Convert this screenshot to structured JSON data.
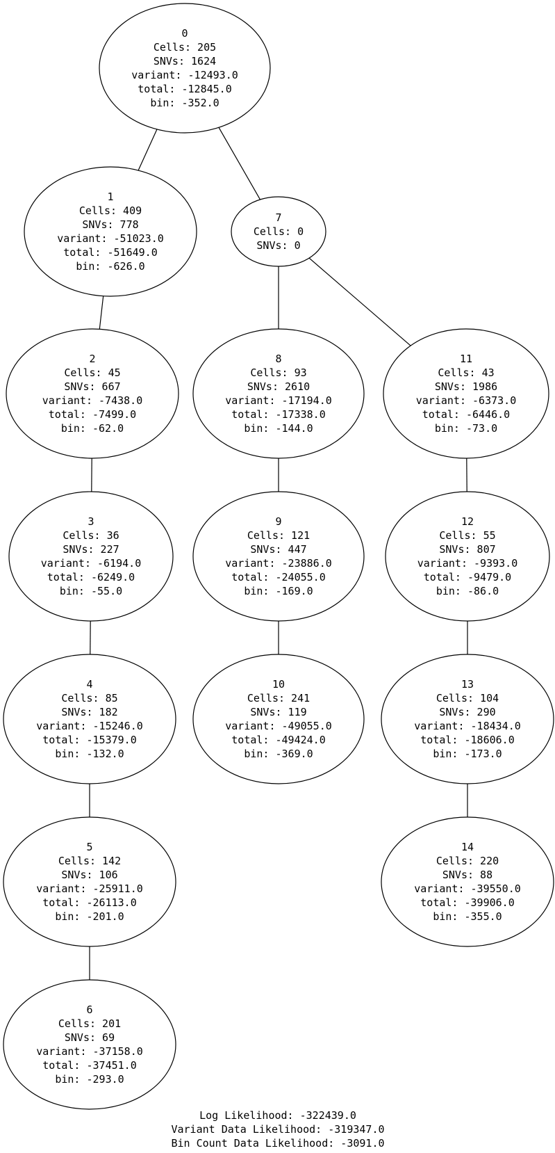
{
  "nodes": [
    {
      "id": "0",
      "lines": [
        "0",
        "Cells: 205",
        "SNVs: 1624",
        "variant: -12493.0",
        "total: -12845.0",
        "bin: -352.0"
      ]
    },
    {
      "id": "1",
      "lines": [
        "1",
        "Cells: 409",
        "SNVs: 778",
        "variant: -51023.0",
        "total: -51649.0",
        "bin: -626.0"
      ]
    },
    {
      "id": "2",
      "lines": [
        "2",
        "Cells: 45",
        "SNVs: 667",
        "variant: -7438.0",
        "total: -7499.0",
        "bin: -62.0"
      ]
    },
    {
      "id": "3",
      "lines": [
        "3",
        "Cells: 36",
        "SNVs: 227",
        "variant: -6194.0",
        "total: -6249.0",
        "bin: -55.0"
      ]
    },
    {
      "id": "4",
      "lines": [
        "4",
        "Cells: 85",
        "SNVs: 182",
        "variant: -15246.0",
        "total: -15379.0",
        "bin: -132.0"
      ]
    },
    {
      "id": "5",
      "lines": [
        "5",
        "Cells: 142",
        "SNVs: 106",
        "variant: -25911.0",
        "total: -26113.0",
        "bin: -201.0"
      ]
    },
    {
      "id": "6",
      "lines": [
        "6",
        "Cells: 201",
        "SNVs: 69",
        "variant: -37158.0",
        "total: -37451.0",
        "bin: -293.0"
      ]
    },
    {
      "id": "7",
      "lines": [
        "7",
        "Cells: 0",
        "SNVs: 0"
      ]
    },
    {
      "id": "8",
      "lines": [
        "8",
        "Cells: 93",
        "SNVs: 2610",
        "variant: -17194.0",
        "total: -17338.0",
        "bin: -144.0"
      ]
    },
    {
      "id": "9",
      "lines": [
        "9",
        "Cells: 121",
        "SNVs: 447",
        "variant: -23886.0",
        "total: -24055.0",
        "bin: -169.0"
      ]
    },
    {
      "id": "10",
      "lines": [
        "10",
        "Cells: 241",
        "SNVs: 119",
        "variant: -49055.0",
        "total: -49424.0",
        "bin: -369.0"
      ]
    },
    {
      "id": "11",
      "lines": [
        "11",
        "Cells: 43",
        "SNVs: 1986",
        "variant: -6373.0",
        "total: -6446.0",
        "bin: -73.0"
      ]
    },
    {
      "id": "12",
      "lines": [
        "12",
        "Cells: 55",
        "SNVs: 807",
        "variant: -9393.0",
        "total: -9479.0",
        "bin: -86.0"
      ]
    },
    {
      "id": "13",
      "lines": [
        "13",
        "Cells: 104",
        "SNVs: 290",
        "variant: -18434.0",
        "total: -18606.0",
        "bin: -173.0"
      ]
    },
    {
      "id": "14",
      "lines": [
        "14",
        "Cells: 220",
        "SNVs: 88",
        "variant: -39550.0",
        "total: -39906.0",
        "bin: -355.0"
      ]
    }
  ],
  "edges": [
    [
      "0",
      "1"
    ],
    [
      "0",
      "7"
    ],
    [
      "1",
      "2"
    ],
    [
      "2",
      "3"
    ],
    [
      "3",
      "4"
    ],
    [
      "4",
      "5"
    ],
    [
      "5",
      "6"
    ],
    [
      "7",
      "8"
    ],
    [
      "7",
      "11"
    ],
    [
      "8",
      "9"
    ],
    [
      "9",
      "10"
    ],
    [
      "11",
      "12"
    ],
    [
      "12",
      "13"
    ],
    [
      "13",
      "14"
    ]
  ],
  "footer": {
    "log_likelihood": "Log Likelihood: -322439.0",
    "variant_likelihood": "Variant Data Likelihood: -319347.0",
    "bin_count_likelihood": "Bin Count Data Likelihood: -3091.0"
  }
}
